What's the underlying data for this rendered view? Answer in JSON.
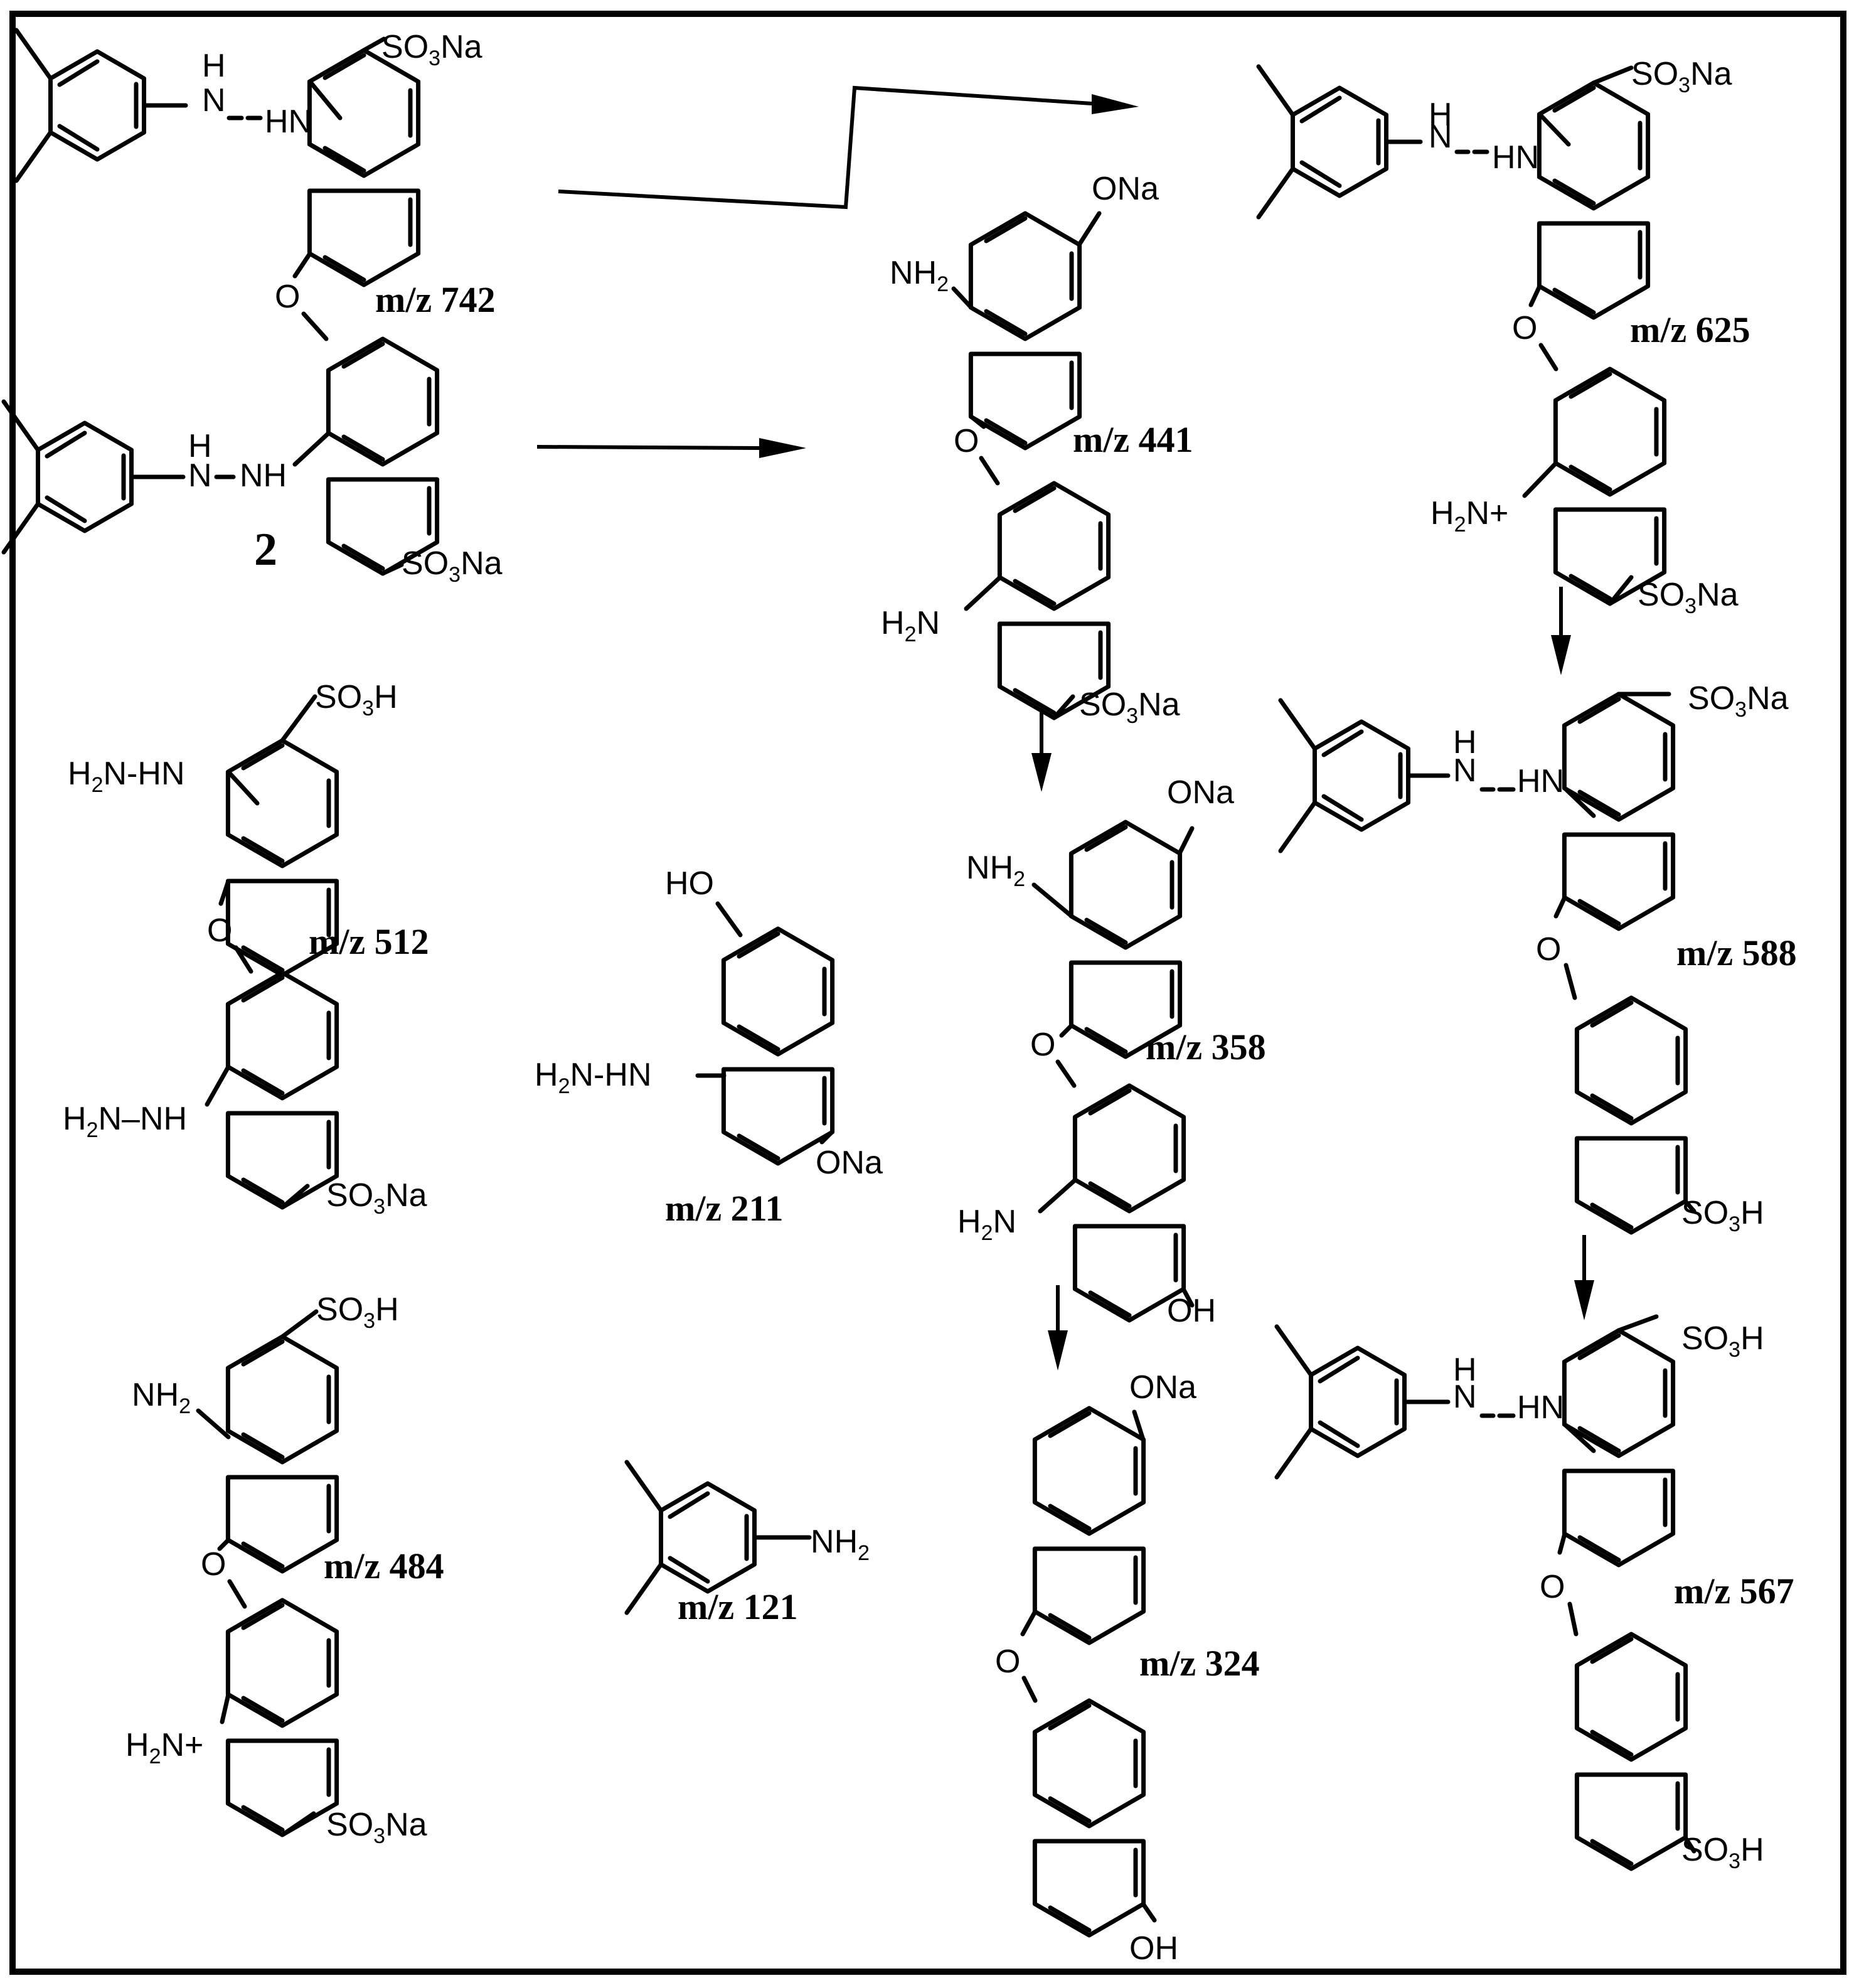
{
  "compound_label": "2",
  "fragments": {
    "f742": "m/z 742",
    "f441": "m/z 441",
    "f625": "m/z 625",
    "f512": "m/z 512",
    "f211": "m/z 211",
    "f358": "m/z 358",
    "f588": "m/z 588",
    "f484": "m/z 484",
    "f121": "m/z 121",
    "f324": "m/z 324",
    "f567": "m/z 567"
  },
  "groups": {
    "so3na": "SO3Na",
    "so3h": "SO3H",
    "ona": "ONa",
    "oh": "OH",
    "ho": "HO",
    "nh2": "NH2",
    "h2n": "H2N",
    "h2n_plus": "H2N+",
    "h": "H",
    "n": "N",
    "hn": "HN",
    "nh": "NH",
    "h2n_hn": "H2N-HN",
    "h2n_nh": "H2N–NH",
    "o": "O"
  }
}
